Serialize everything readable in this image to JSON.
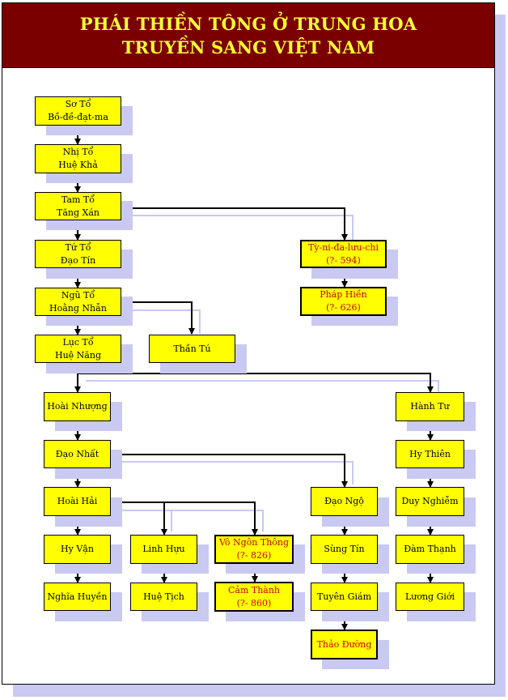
{
  "title": {
    "line1": "PHÁI  THIỀN TÔNG Ở TRUNG HOA",
    "line2": "TRUYỀN SANG VIỆT NAM"
  },
  "colors": {
    "title_background": "#7a0000",
    "title_text": "#ffff33",
    "node_fill": "#ffff00",
    "highlight_text": "#cc0000",
    "shadow": "#c9c9f2"
  },
  "nodes": {
    "so_to": {
      "line1": "Sơ Tổ",
      "line2": "Bồ-đề-đạt-ma"
    },
    "nhi_to": {
      "line1": "Nhị Tổ",
      "line2": "Huệ Khả"
    },
    "tam_to": {
      "line1": "Tam Tổ",
      "line2": "Tăng Xán"
    },
    "tu_to": {
      "line1": "Tứ Tổ",
      "line2": "Đạo Tín"
    },
    "ngu_to": {
      "line1": "Ngũ Tổ",
      "line2": "Hoằng Nhẫn"
    },
    "luc_to": {
      "line1": "Lục Tổ",
      "line2": "Huệ Năng"
    },
    "than_tu": {
      "line1": "Thần Tú"
    },
    "ty_ni": {
      "line1": "Tỳ-ni-đa-lưu-chi",
      "line2": "(?- 594)"
    },
    "phap_hien": {
      "line1": "Pháp Hiền",
      "line2": "(?- 626)"
    },
    "hoai_nhuong": {
      "line1": "Hoài Nhượng"
    },
    "hanh_tu": {
      "line1": "Hành Tư"
    },
    "dao_nhat": {
      "line1": "Đạo Nhất"
    },
    "hy_thien": {
      "line1": "Hy Thiên"
    },
    "hoai_hai": {
      "line1": "Hoài Hải"
    },
    "dao_ngo": {
      "line1": "Đạo Ngộ"
    },
    "duy_nghiem": {
      "line1": "Duy Nghiễm"
    },
    "hy_van": {
      "line1": "Hy Vận"
    },
    "linh_huu": {
      "line1": "Linh Hựu"
    },
    "vo_ngon_thong": {
      "line1": "Vô Ngôn Thông",
      "line2": "(?- 826)"
    },
    "sung_tin": {
      "line1": "Sùng Tín"
    },
    "dam_thanh": {
      "line1": "Đàm Thạnh"
    },
    "nghia_huyen": {
      "line1": "Nghĩa Huyền"
    },
    "hue_tich": {
      "line1": "Huệ Tịch"
    },
    "cam_thanh": {
      "line1": "Cảm Thành",
      "line2": "(?- 860)"
    },
    "tuyen_giam": {
      "line1": "Tuyên Giám"
    },
    "luong_gioi": {
      "line1": "Lương Giới"
    },
    "thao_duong": {
      "line1": "Thảo Đường"
    }
  }
}
